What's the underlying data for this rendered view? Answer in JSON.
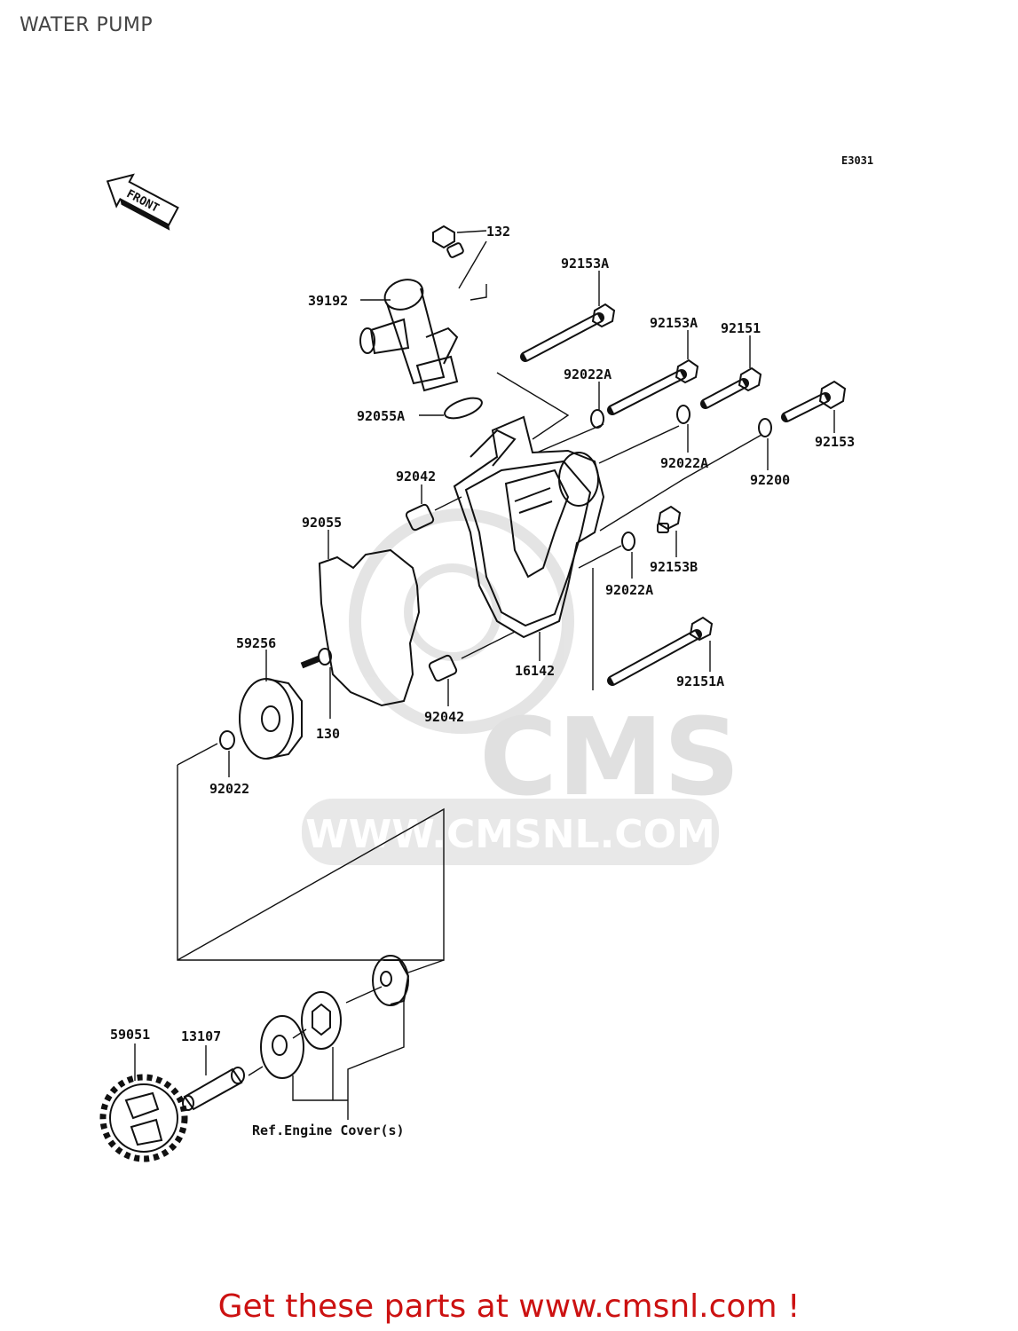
{
  "title": "WATER PUMP",
  "diagram_code": "E3031",
  "front_label": "FRONT",
  "watermark": {
    "brand": "CMS",
    "url": "WWW.CMSNL.COM"
  },
  "parts": {
    "p132": "132",
    "p39192": "39192",
    "p92153A_top": "92153A",
    "p92153A_mid": "92153A",
    "p92151": "92151",
    "p92022A_top": "92022A",
    "p92055A": "92055A",
    "p92153": "92153",
    "p92022A_right": "92022A",
    "p92200": "92200",
    "p92042_top": "92042",
    "p92055": "92055",
    "p92153B": "92153B",
    "p92022A_low": "92022A",
    "p59256": "59256",
    "p16142": "16142",
    "p92151A": "92151A",
    "p130": "130",
    "p92042_bot": "92042",
    "p92022": "92022",
    "p59051": "59051",
    "p13107": "13107"
  },
  "ref_note": "Ref.Engine Cover(s)",
  "footer": "Get these parts at www.cmsnl.com !"
}
